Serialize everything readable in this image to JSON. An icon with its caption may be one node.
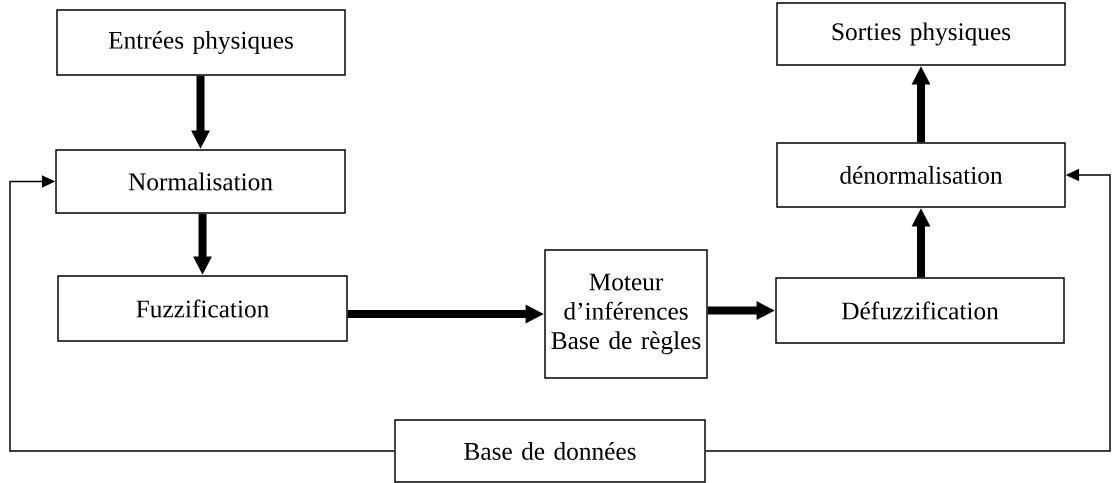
{
  "diagram": {
    "nodes": [
      {
        "text": [
          "Entrées physiques"
        ]
      },
      {
        "text": [
          "Normalisation"
        ]
      },
      {
        "text": [
          "Fuzzification"
        ]
      },
      {
        "text": [
          "Moteur d’inférences",
          "Base de règles"
        ]
      },
      {
        "text": [
          "Sorties physiques"
        ]
      },
      {
        "text": [
          "dénormalisation"
        ]
      },
      {
        "text": [
          "Défuzzification"
        ]
      },
      {
        "text": [
          "Base de données"
        ]
      }
    ],
    "edges": [
      {
        "from": 0,
        "to": 1,
        "arrow": "to"
      },
      {
        "from": 1,
        "to": 2,
        "arrow": "to"
      },
      {
        "from": 2,
        "to": 3,
        "arrow": "to"
      },
      {
        "from": 3,
        "to": 6,
        "arrow": "to"
      },
      {
        "from": 6,
        "to": 5,
        "arrow": "to"
      },
      {
        "from": 5,
        "to": 4,
        "arrow": "to"
      },
      {
        "from": 7,
        "to": 1,
        "arrow": "to"
      },
      {
        "from": 7,
        "to": 5,
        "arrow": "to"
      }
    ]
  }
}
